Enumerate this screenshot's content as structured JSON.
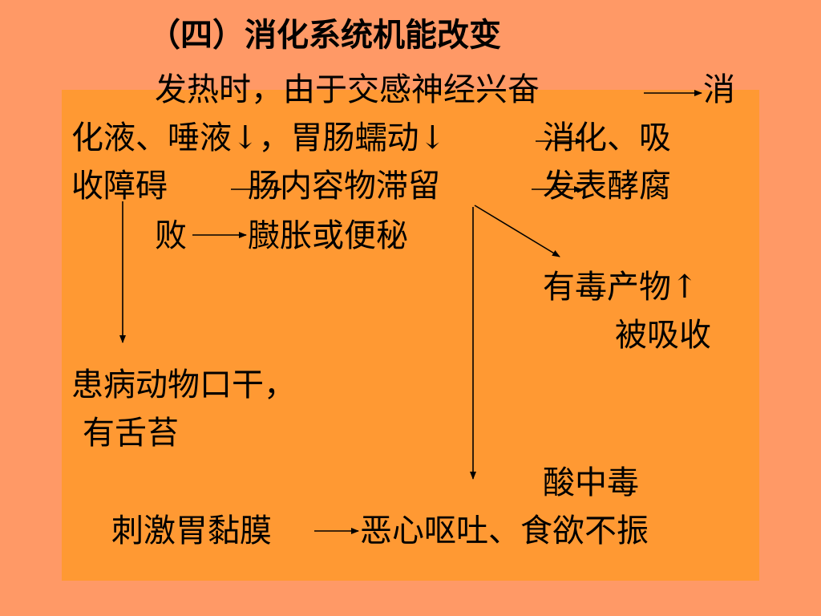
{
  "slide": {
    "title": "（四）消化系统机能改变",
    "lines": [
      "发热时，由于交感神经兴奋",
      "消",
      "化液、唾液↓，胃肠蠕动↓",
      "消化、吸",
      "收障碍",
      "肠内容物滞留",
      "发表酵腐",
      "败",
      "臌胀或便秘",
      "有毒产物↑",
      "被吸收",
      "患病动物口干，",
      "有舌苔",
      "酸中毒",
      "刺激胃黏膜",
      "恶心呕吐、食欲不振"
    ]
  },
  "colors": {
    "background": "#FF9966",
    "panel": "#FF9933",
    "text": "#000000"
  }
}
